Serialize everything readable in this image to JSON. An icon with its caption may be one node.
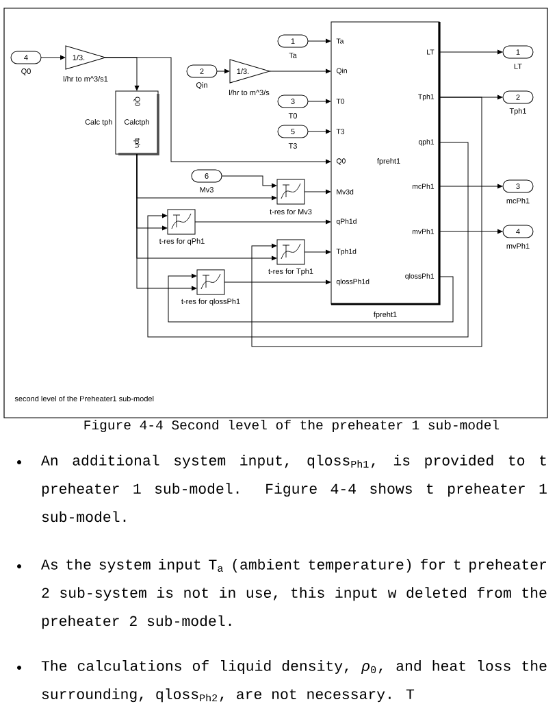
{
  "diagram": {
    "caption": "Figure 4-4 Second level of the preheater 1 sub-model",
    "nodes": [
      {
        "text": [
          "4"
        ],
        "beside": [
          "Q0"
        ]
      },
      {
        "text": [
          "1/3."
        ],
        "beside": [
          "l/hr to m^3/s1"
        ]
      },
      {
        "text": [
          "Calctph",
          "Q0",
          "tph"
        ],
        "beside": [
          "Calc tph"
        ]
      },
      {
        "text": [
          "2"
        ],
        "beside": [
          "Qin"
        ]
      },
      {
        "text": [
          "1/3."
        ],
        "beside": [
          "l/hr to m^3/s"
        ]
      },
      {
        "text": [
          "1"
        ],
        "beside": [
          "Ta"
        ]
      },
      {
        "text": [
          "3"
        ],
        "beside": [
          "T0"
        ]
      },
      {
        "text": [
          "5"
        ],
        "beside": [
          "T3"
        ]
      },
      {
        "text": [
          "6"
        ],
        "beside": [
          "Mv3"
        ]
      },
      {
        "text": [],
        "shape": "box",
        "beside": [
          "t-res for Mv3"
        ]
      },
      {
        "text": [],
        "shape": "box",
        "beside": [
          "t-res for qPh1"
        ]
      },
      {
        "text": [],
        "shape": "box",
        "beside": [
          "t-res for Tph1"
        ]
      },
      {
        "text": [],
        "shape": "box",
        "beside": [
          "t-res for qlossPh1"
        ]
      },
      {
        "text": [
          "Ta",
          "Qin",
          "T0",
          "T3",
          "Q0",
          "Mv3d",
          "qPh1d",
          "Tph1d",
          "qlossPh1d",
          "fpreht1",
          "LT",
          "Tph1",
          "qph1",
          "mcPh1",
          "mvPh1",
          "qlossPh1"
        ],
        "beside": [
          "fpreht1"
        ]
      },
      {
        "text": [
          "1"
        ],
        "beside": [
          "LT"
        ]
      },
      {
        "text": [
          "2"
        ],
        "beside": [
          "Tph1"
        ]
      },
      {
        "text": [
          "3"
        ],
        "beside": [
          "mcPh1"
        ]
      },
      {
        "text": [
          "4"
        ],
        "beside": [
          "mvPh1"
        ]
      }
    ],
    "edges": [
      {
        "from": 0,
        "to": 1,
        "arrow": "to"
      },
      {
        "from": 1,
        "to": 2,
        "arrow": "to"
      },
      {
        "from": 1,
        "to": 13,
        "arrow": "to"
      },
      {
        "from": 3,
        "to": 4,
        "arrow": "to"
      },
      {
        "from": 4,
        "to": 13,
        "arrow": "to"
      },
      {
        "from": 5,
        "to": 13,
        "arrow": "to"
      },
      {
        "from": 6,
        "to": 13,
        "arrow": "to"
      },
      {
        "from": 7,
        "to": 13,
        "arrow": "to"
      },
      {
        "from": 8,
        "to": 9,
        "arrow": "to"
      },
      {
        "from": 2,
        "to": 9,
        "arrow": "to"
      },
      {
        "from": 2,
        "to": 10,
        "arrow": "to"
      },
      {
        "from": 2,
        "to": 11,
        "arrow": "to"
      },
      {
        "from": 2,
        "to": 12,
        "arrow": "to"
      },
      {
        "from": 9,
        "to": 13,
        "arrow": "to"
      },
      {
        "from": 10,
        "to": 13,
        "arrow": "to"
      },
      {
        "from": 11,
        "to": 13,
        "arrow": "to"
      },
      {
        "from": 12,
        "to": 13,
        "arrow": "to"
      },
      {
        "from": 13,
        "to": 14,
        "arrow": "to"
      },
      {
        "from": 13,
        "to": 15,
        "arrow": "to"
      },
      {
        "from": 13,
        "to": 16,
        "arrow": "to"
      },
      {
        "from": 13,
        "to": 17,
        "arrow": "to"
      },
      {
        "from": 13,
        "to": 11,
        "arrow": "to"
      },
      {
        "from": 13,
        "to": 10,
        "arrow": "to"
      },
      {
        "from": 13,
        "to": 12,
        "arrow": "to"
      }
    ],
    "labels": [
      "second level of the Preheater1 sub-model",
      "An additional system input, qloss$_{Ph1}$, is provided to t preheater 1 sub-model. Figure 4-4 shows t preheater 1 sub-model.",
      "As the system input T$_{a}$ (ambient temperature) for t preheater 2 sub-system is not in use, this input w deleted from the preheater 2 sub-model.",
      "The calculations of liquid density, *ρ*$_{0}$, and heat loss the surrounding, qloss$_{Ph2}$, are not necessary. T"
    ]
  }
}
